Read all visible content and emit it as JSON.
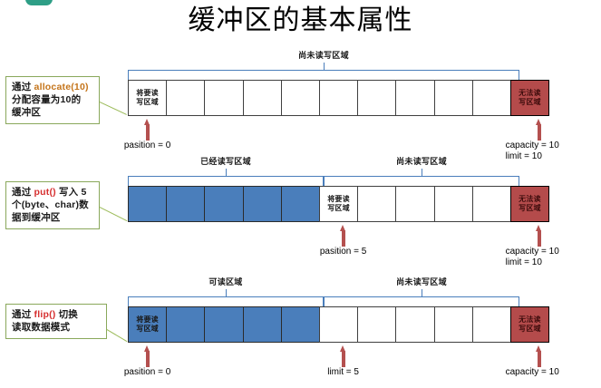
{
  "page": {
    "title": "缓冲区的基本属性",
    "corner_tab_color": "#2e9e86"
  },
  "colors": {
    "filled_cell": "#4a7ebb",
    "locked_cell": "#b44b4b",
    "bracket": "#4a7ebb",
    "arrow": "#b4504f",
    "callout_border": "#8aa85b",
    "leader_line": "#9bbb59",
    "keyword_orange": "#c4741a",
    "keyword_red": "#d62f2f"
  },
  "labels": {
    "next_rw_region": {
      "l1": "将要读",
      "l2": "写区域"
    },
    "locked_region": {
      "l1": "无法读",
      "l2": "写区域"
    },
    "unread_region": "尚未读写区域",
    "written_region": "已经读写区域",
    "readable_region": "可读区域"
  },
  "rows": [
    {
      "id": "row-allocate",
      "callout": {
        "lines": [
          {
            "parts": [
              {
                "t": "通过 ",
                "style": "plain"
              },
              {
                "t": "allocate(10)",
                "style": "orange"
              }
            ]
          },
          {
            "parts": [
              {
                "t": "分配容量为10的",
                "style": "plain"
              }
            ]
          },
          {
            "parts": [
              {
                "t": "缓冲区",
                "style": "plain"
              }
            ]
          }
        ]
      },
      "cells": [
        {
          "state": "next",
          "l1": "将要读",
          "l2": "写区域"
        },
        {
          "state": "empty"
        },
        {
          "state": "empty"
        },
        {
          "state": "empty"
        },
        {
          "state": "empty"
        },
        {
          "state": "empty"
        },
        {
          "state": "empty"
        },
        {
          "state": "empty"
        },
        {
          "state": "empty"
        },
        {
          "state": "empty"
        },
        {
          "state": "locked",
          "l1": "无法读",
          "l2": "写区域"
        }
      ],
      "brackets": [
        {
          "label": "尚未读写区域",
          "from_cell": 0,
          "to_cell": 9
        }
      ],
      "markers": [
        {
          "name": "position",
          "cell": 0,
          "lines": [
            "pasition = 0"
          ],
          "align": "center"
        },
        {
          "name": "capacity-limit",
          "cell": 10,
          "lines": [
            "capacity = 10",
            "limit = 10"
          ],
          "align": "left"
        }
      ]
    },
    {
      "id": "row-put",
      "callout": {
        "lines": [
          {
            "parts": [
              {
                "t": "通过 ",
                "style": "plain"
              },
              {
                "t": "put()",
                "style": "red"
              },
              {
                "t": " 写入 5",
                "style": "plain"
              }
            ]
          },
          {
            "parts": [
              {
                "t": "个(byte、char)数",
                "style": "plain"
              }
            ]
          },
          {
            "parts": [
              {
                "t": "据到缓冲区",
                "style": "plain"
              }
            ]
          }
        ]
      },
      "cells": [
        {
          "state": "filled"
        },
        {
          "state": "filled"
        },
        {
          "state": "filled"
        },
        {
          "state": "filled"
        },
        {
          "state": "filled"
        },
        {
          "state": "next",
          "l1": "将要读",
          "l2": "写区域"
        },
        {
          "state": "empty"
        },
        {
          "state": "empty"
        },
        {
          "state": "empty"
        },
        {
          "state": "empty"
        },
        {
          "state": "locked",
          "l1": "无法读",
          "l2": "写区域"
        }
      ],
      "brackets": [
        {
          "label": "已经读写区域",
          "from_cell": 0,
          "to_cell": 4
        },
        {
          "label": "尚未读写区域",
          "from_cell": 5,
          "to_cell": 9
        }
      ],
      "markers": [
        {
          "name": "position",
          "cell": 5,
          "lines": [
            "pasition = 5"
          ],
          "align": "center"
        },
        {
          "name": "capacity-limit",
          "cell": 10,
          "lines": [
            "capacity = 10",
            "limit = 10"
          ],
          "align": "left"
        }
      ]
    },
    {
      "id": "row-flip",
      "callout": {
        "lines": [
          {
            "parts": [
              {
                "t": "通过 ",
                "style": "plain"
              },
              {
                "t": "flip()",
                "style": "red"
              },
              {
                "t": " 切换",
                "style": "plain"
              }
            ]
          },
          {
            "parts": [
              {
                "t": "读取数据模式",
                "style": "plain"
              }
            ]
          }
        ]
      },
      "cells": [
        {
          "state": "filled-next",
          "l1": "将要读",
          "l2": "写区域"
        },
        {
          "state": "filled"
        },
        {
          "state": "filled"
        },
        {
          "state": "filled"
        },
        {
          "state": "filled"
        },
        {
          "state": "empty"
        },
        {
          "state": "empty"
        },
        {
          "state": "empty"
        },
        {
          "state": "empty"
        },
        {
          "state": "empty"
        },
        {
          "state": "locked",
          "l1": "无法读",
          "l2": "写区域"
        }
      ],
      "brackets": [
        {
          "label": "可读区域",
          "from_cell": 0,
          "to_cell": 4
        },
        {
          "label": "尚未读写区域",
          "from_cell": 5,
          "to_cell": 9
        }
      ],
      "markers": [
        {
          "name": "position",
          "cell": 0,
          "lines": [
            "pasition = 0"
          ],
          "align": "center"
        },
        {
          "name": "limit",
          "cell": 5,
          "lines": [
            "limit = 5"
          ],
          "align": "center"
        },
        {
          "name": "capacity",
          "cell": 10,
          "lines": [
            "capacity = 10"
          ],
          "align": "left"
        }
      ]
    }
  ]
}
